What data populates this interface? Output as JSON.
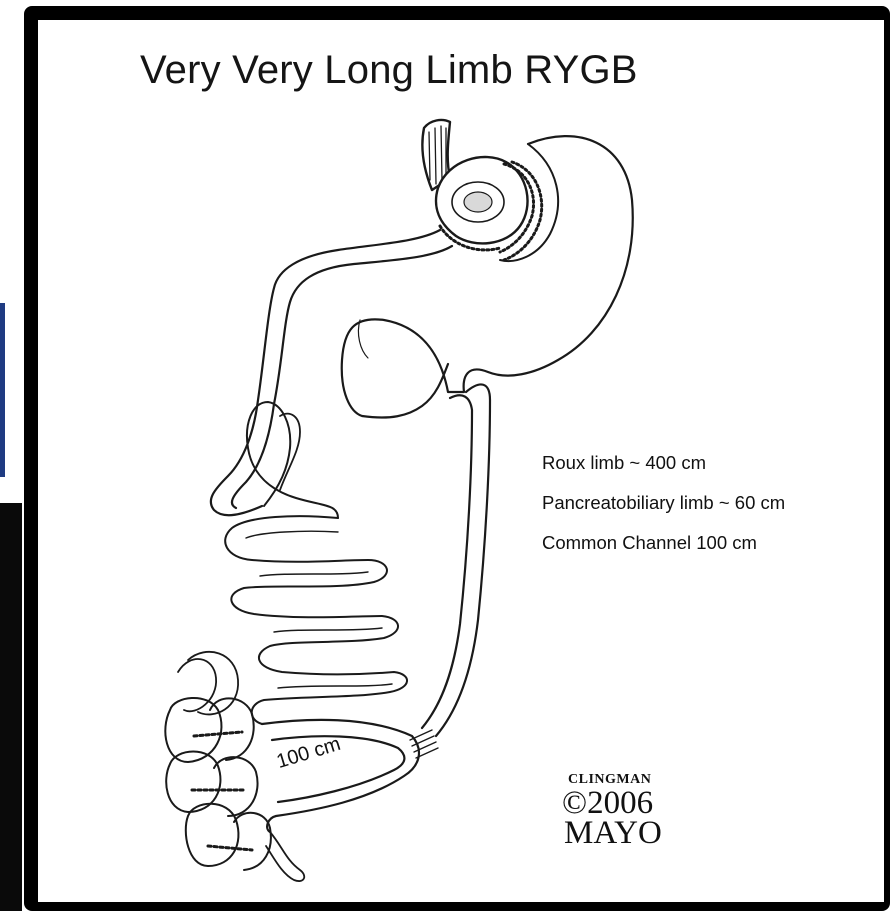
{
  "figure": {
    "title": "Very Very Long Limb RYGB",
    "limb_notes": [
      "Roux limb ~ 400 cm",
      "Pancreatobiliary limb ~ 60 cm",
      "Common Channel 100 cm"
    ],
    "segment_label": "100 cm",
    "credit": {
      "name": "CLINGMAN",
      "year": "©2006",
      "org": "MAYO"
    }
  },
  "colors": {
    "frame": "#000000",
    "background": "#ffffff",
    "ink": "#1a1a1a",
    "left_strip": "#1f3b82"
  },
  "illustration": {
    "structures": [
      "esophagus",
      "gastric-pouch",
      "staple-line",
      "remnant-stomach",
      "roux-limb",
      "pancreatobiliary-limb",
      "small-bowel-loops",
      "jejunojejunostomy",
      "common-channel",
      "colon",
      "appendix"
    ]
  }
}
